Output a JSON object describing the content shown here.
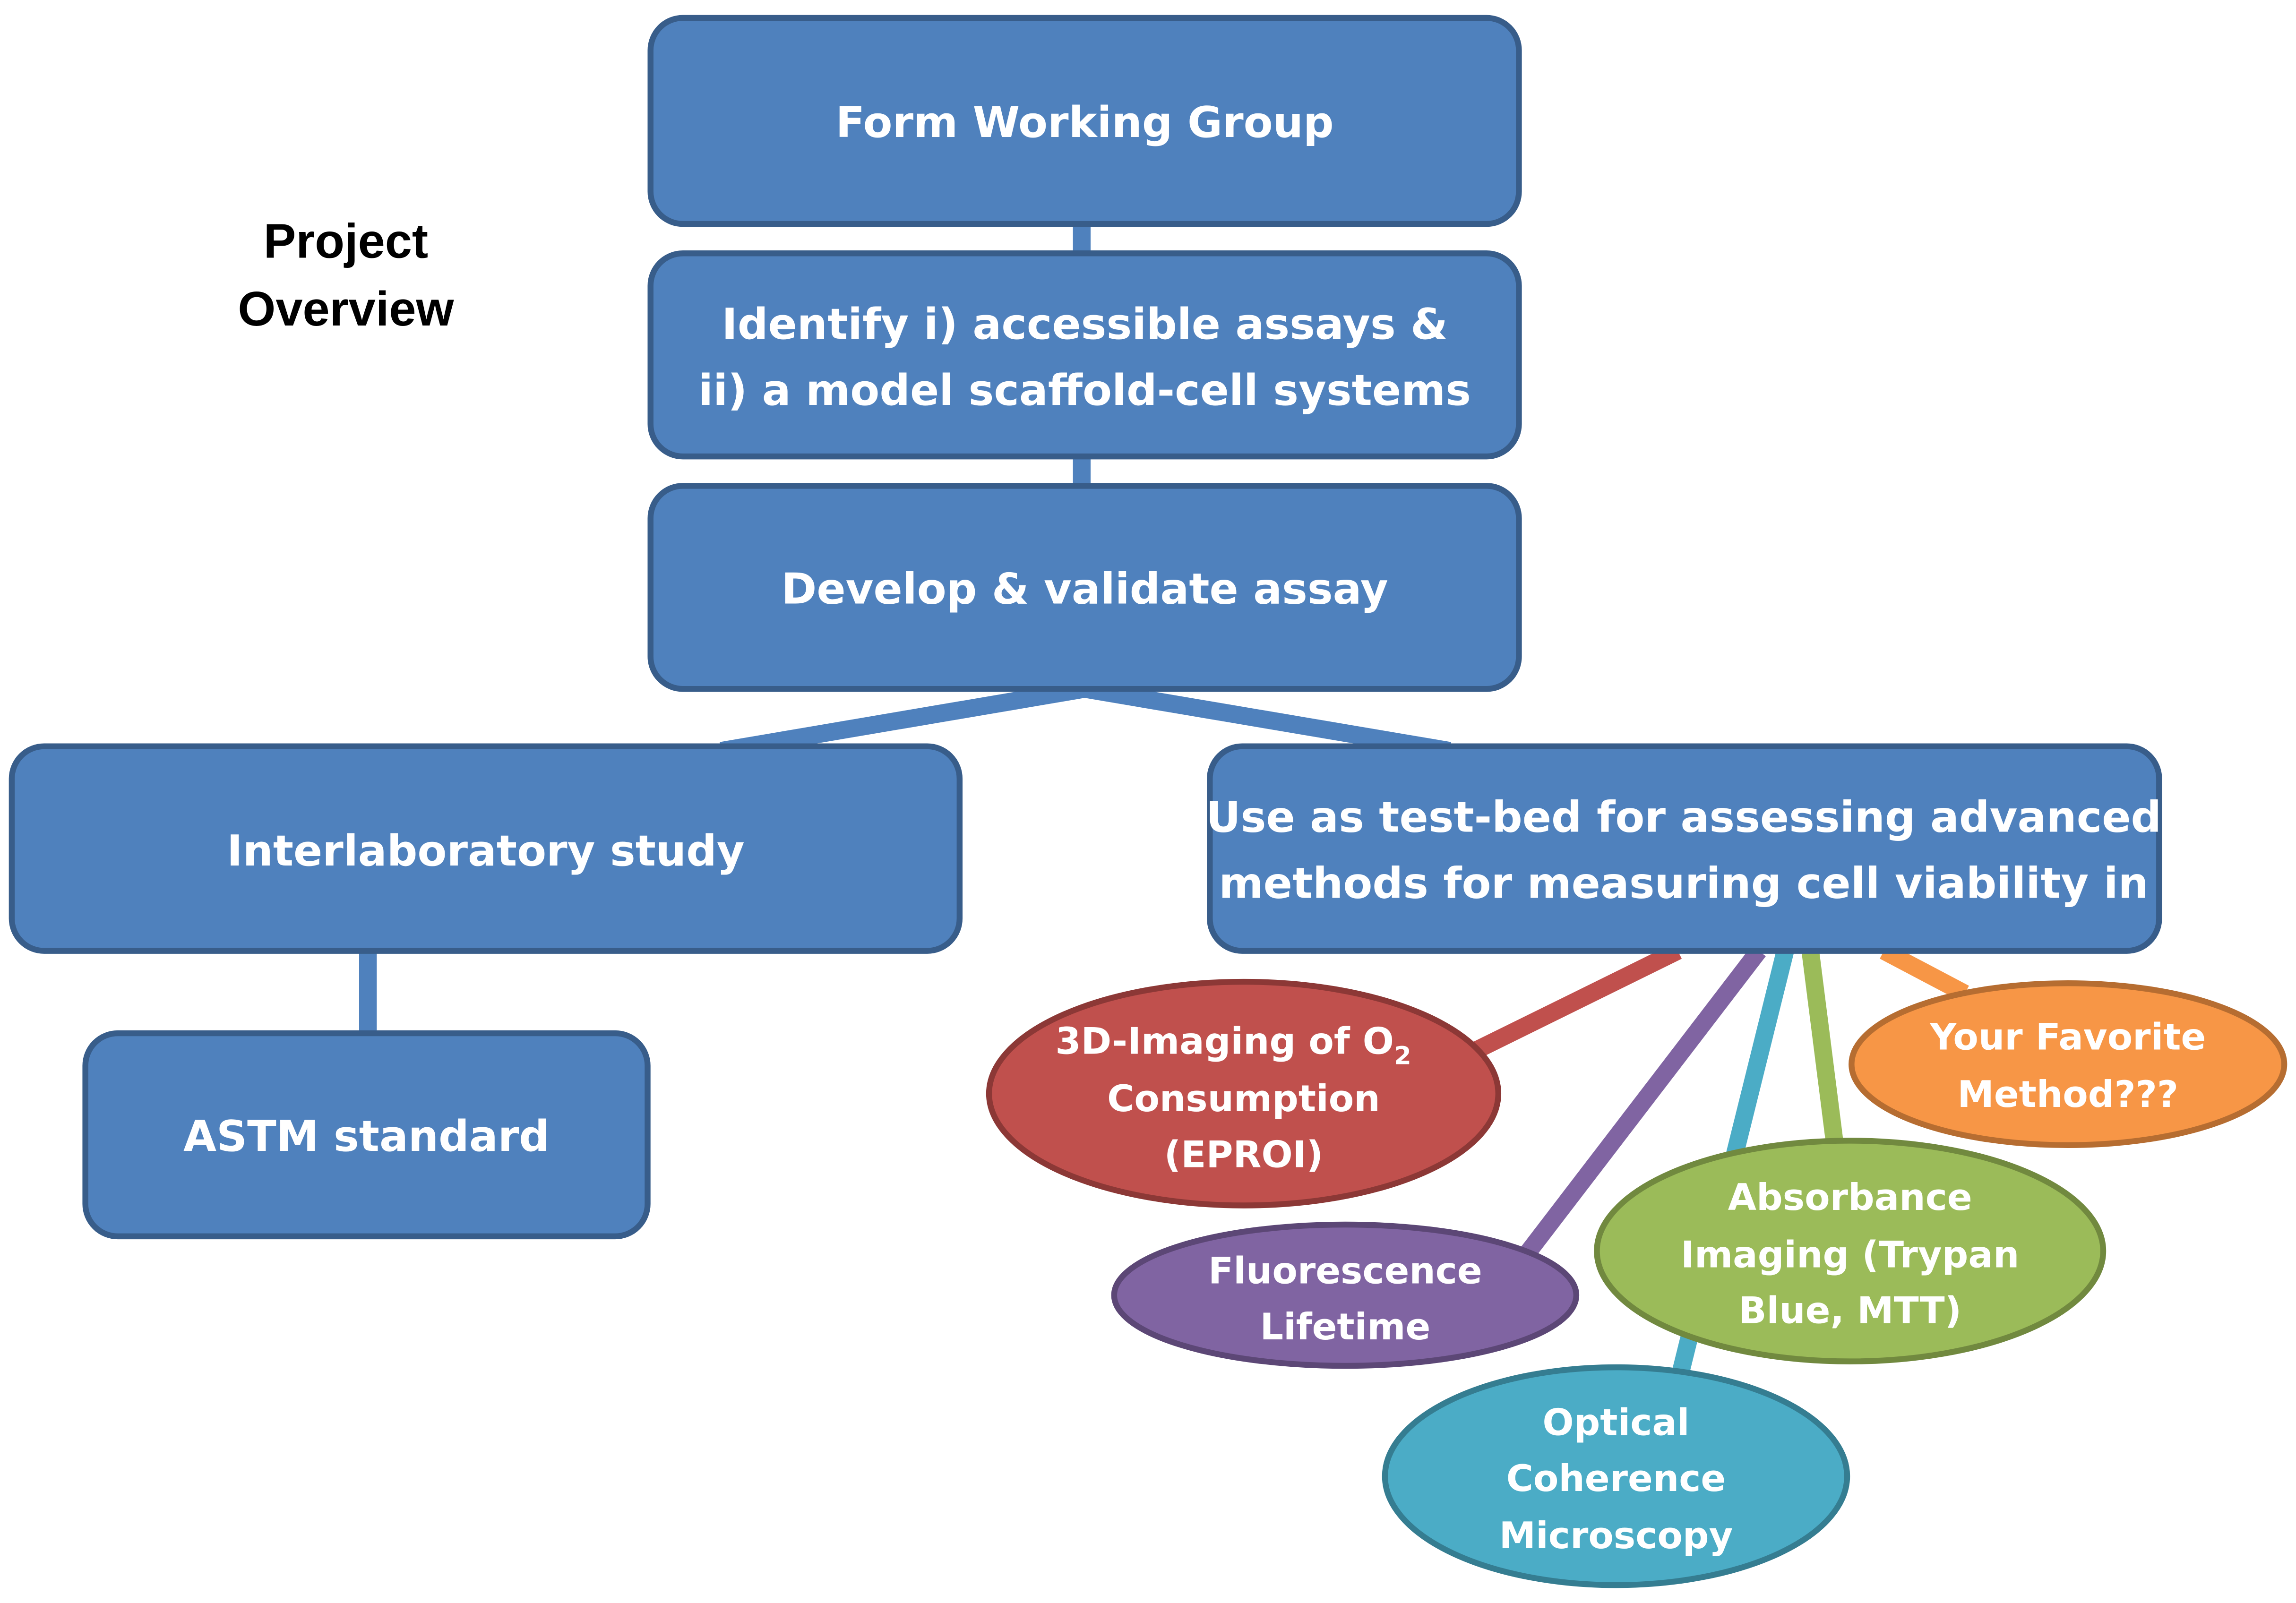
{
  "title": [
    "Project",
    "Overview"
  ],
  "boxes": {
    "form_group": "Form Working Group",
    "identify": [
      "Identify i) accessible assays &",
      "ii) a model scaffold-cell systems"
    ],
    "develop": "Develop & validate assay",
    "interlab": "Interlaboratory study",
    "astm": "ASTM standard",
    "testbed": [
      "Use as test-bed for assessing advanced",
      "methods for measuring cell viability in"
    ]
  },
  "methods": {
    "eproi": {
      "lines": [
        "3D-Imaging of O",
        "Consumption",
        "(EPROI)"
      ],
      "subscript": "2",
      "color": "#c0504d"
    },
    "fluorescence": {
      "lines": [
        "Fluorescence",
        "Lifetime"
      ],
      "color": "#8064a2"
    },
    "absorbance": {
      "lines": [
        "Absorbance",
        "Imaging (Trypan",
        "Blue, MTT)"
      ],
      "color": "#9bbb59"
    },
    "oct": {
      "lines": [
        "Optical",
        "Coherence",
        "Microscopy"
      ],
      "color": "#4bacc6"
    },
    "favorite": {
      "lines": [
        "Your Favorite",
        "Method???"
      ],
      "color": "#f79646"
    }
  },
  "colors": {
    "box": "#4f81bd",
    "box_border": "#385d8a"
  }
}
